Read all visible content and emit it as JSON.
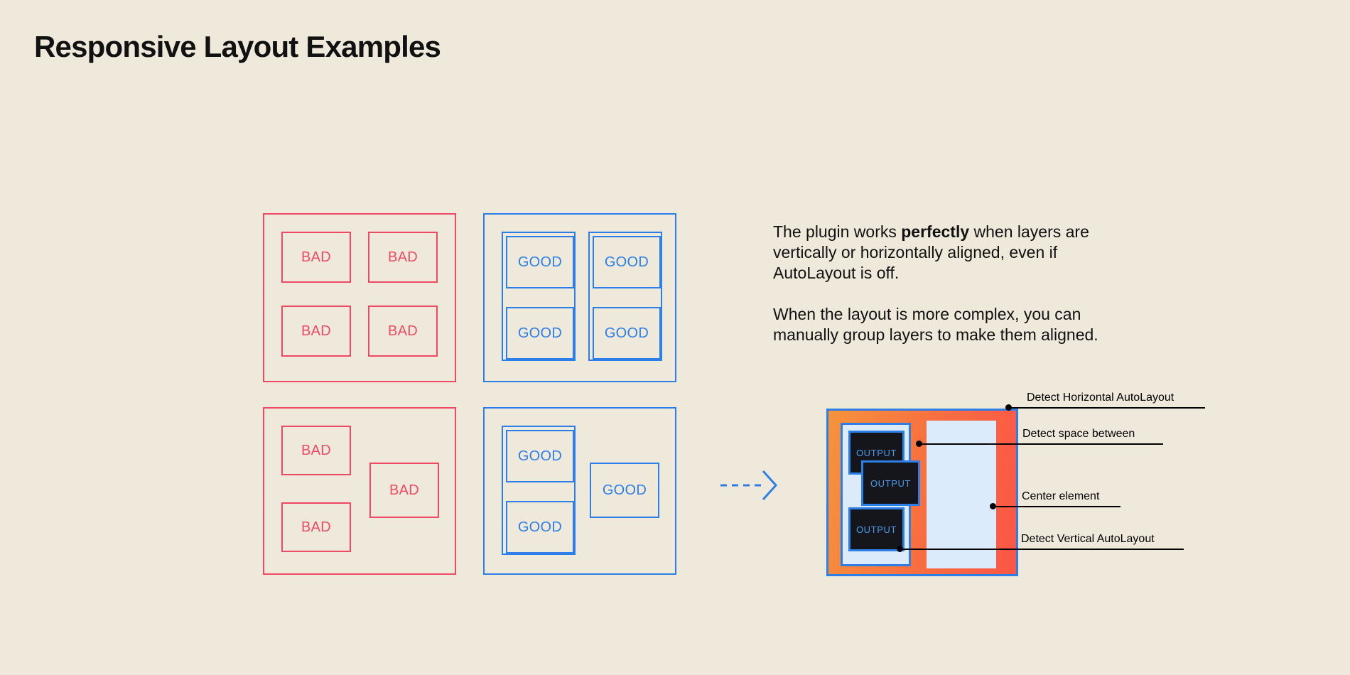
{
  "page": {
    "title": "Responsive Layout Examples",
    "background_color": "#efe9dc"
  },
  "colors": {
    "bad": "#ef4a63",
    "good": "#2d7fe8",
    "text": "#111111",
    "annotation": "#000000",
    "diagram_gradient_start": "#f5933c",
    "diagram_gradient_end": "#fb5547",
    "diagram_panel": "#dcebfb",
    "output_box_bg": "#15161c",
    "output_box_text": "#4a9cf0"
  },
  "examples": {
    "bad_grid": {
      "kind": "bad",
      "cells": [
        {
          "label": "BAD"
        },
        {
          "label": "BAD"
        },
        {
          "label": "BAD"
        },
        {
          "label": "BAD"
        }
      ]
    },
    "good_grid": {
      "kind": "good",
      "groups": [
        {
          "cells": [
            {
              "label": "GOOD"
            },
            {
              "label": "GOOD"
            }
          ]
        },
        {
          "cells": [
            {
              "label": "GOOD"
            },
            {
              "label": "GOOD"
            }
          ]
        }
      ]
    },
    "bad_complex": {
      "kind": "bad",
      "cells": [
        {
          "label": "BAD"
        },
        {
          "label": "BAD"
        },
        {
          "label": "BAD"
        }
      ]
    },
    "good_complex": {
      "kind": "good",
      "group": {
        "cells": [
          {
            "label": "GOOD"
          },
          {
            "label": "GOOD"
          }
        ]
      },
      "standalone": {
        "label": "GOOD"
      }
    }
  },
  "explanation": {
    "paragraph_1_part_1": "The plugin works ",
    "paragraph_1_bold": "perfectly",
    "paragraph_1_part_2": " when layers are vertically or horizontally aligned, even if AutoLayout is off.",
    "paragraph_2": "When the layout is more complex, you can manually group layers to make them aligned."
  },
  "arrow": {
    "icon": "dashed-arrow-right-icon",
    "color": "#2d7fe8",
    "style": "dashed"
  },
  "diagram": {
    "output_boxes": [
      {
        "label": "OUTPUT"
      },
      {
        "label": "OUTPUT"
      },
      {
        "label": "OUTPUT"
      }
    ],
    "annotations": [
      {
        "label": "Detect Horizontal AutoLayout"
      },
      {
        "label": "Detect space between"
      },
      {
        "label": "Center element"
      },
      {
        "label": "Detect Vertical AutoLayout"
      }
    ]
  }
}
